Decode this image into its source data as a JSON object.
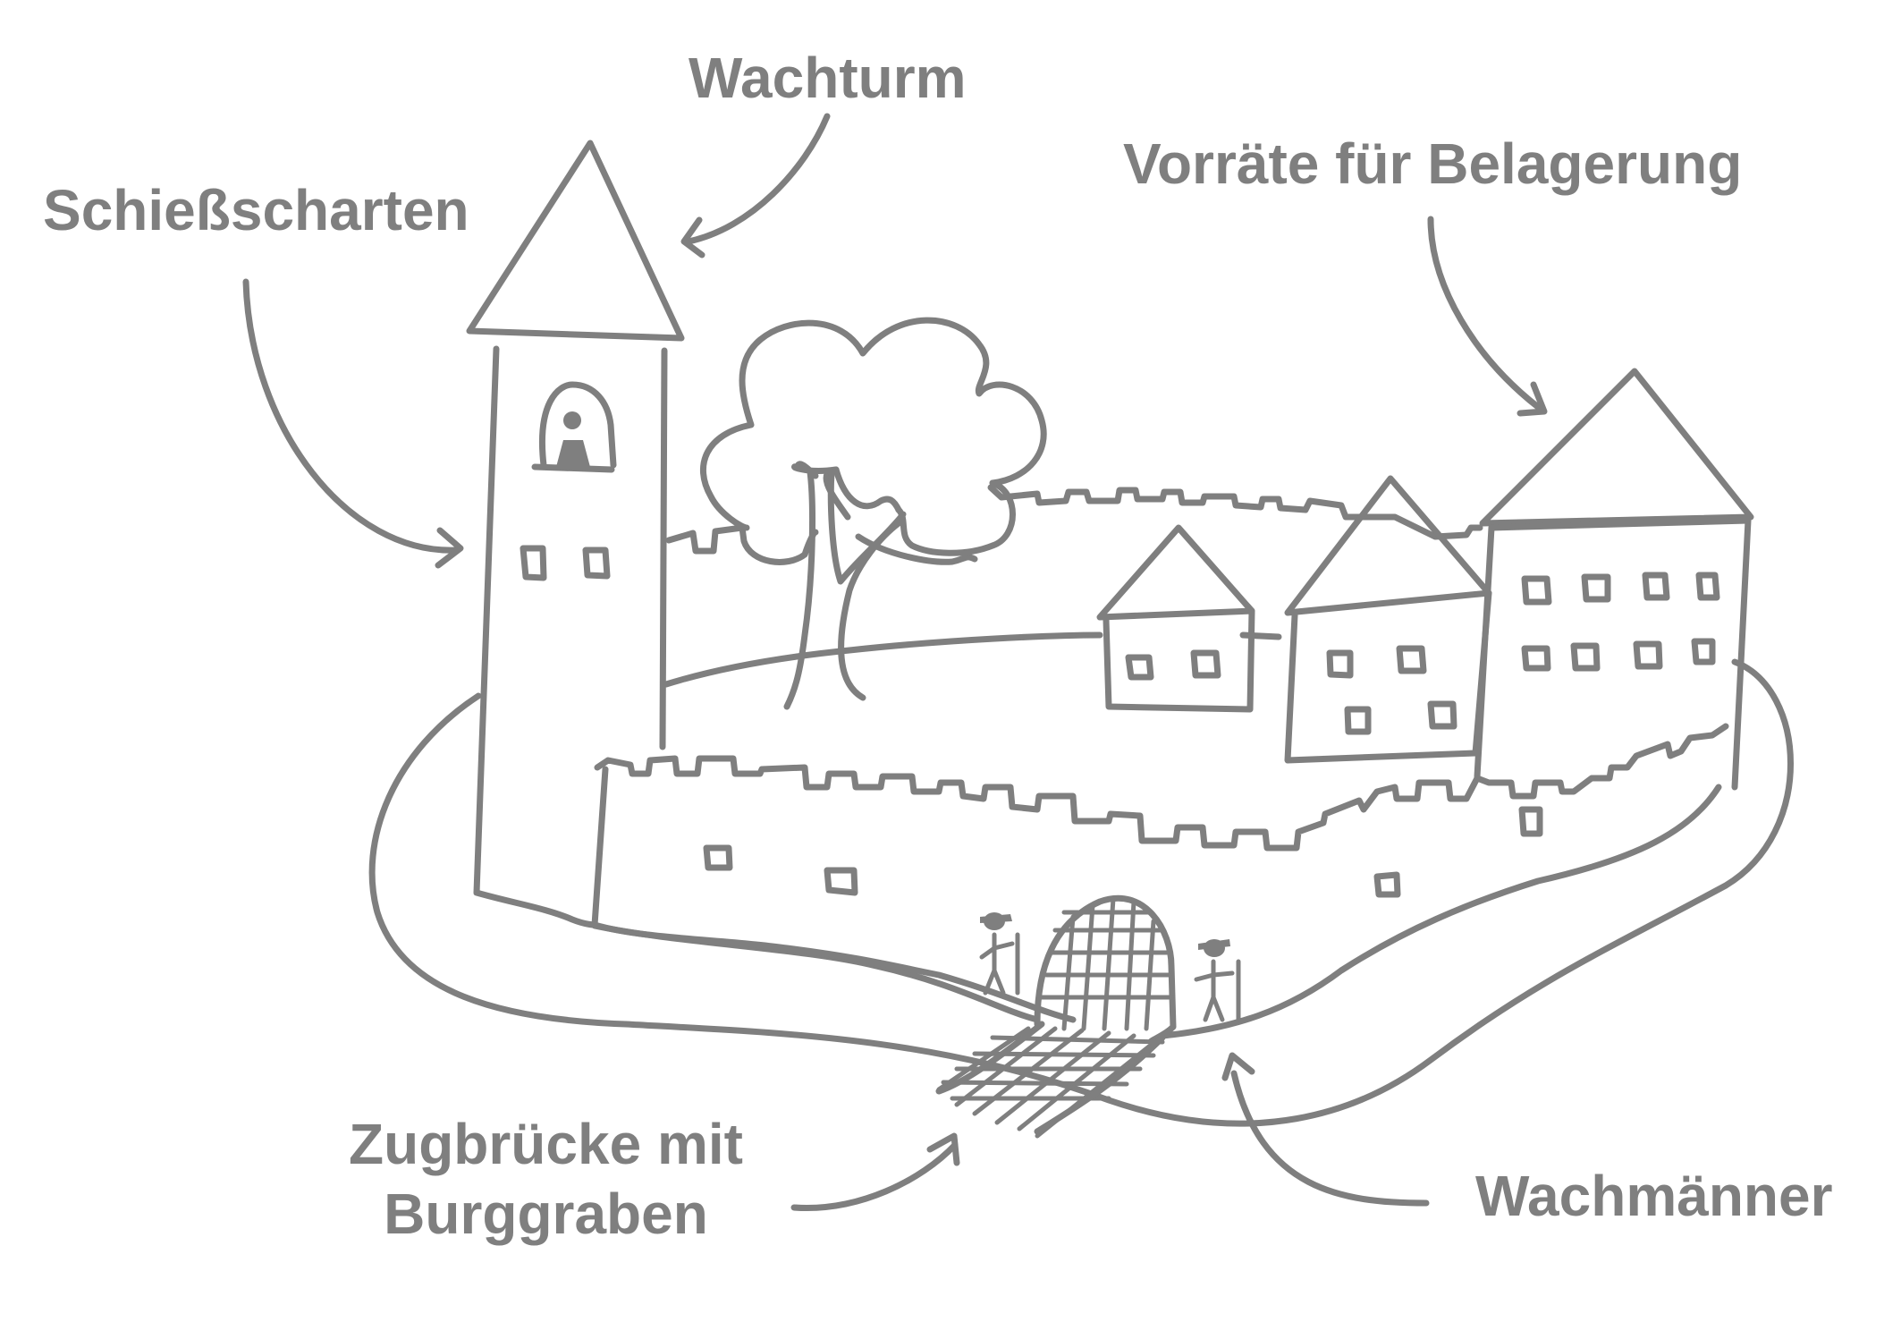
{
  "colors": {
    "ink": "#7f7f7f",
    "background": "#ffffff"
  },
  "labels": {
    "wachturm": "Wachturm",
    "schiessscharten": "Schießscharten",
    "vorraete": "Vorräte für Belagerung",
    "zugbruecke_line1": "Zugbrücke mit",
    "zugbruecke_line2": "Burggraben",
    "wachmaenner": "Wachmänner"
  }
}
